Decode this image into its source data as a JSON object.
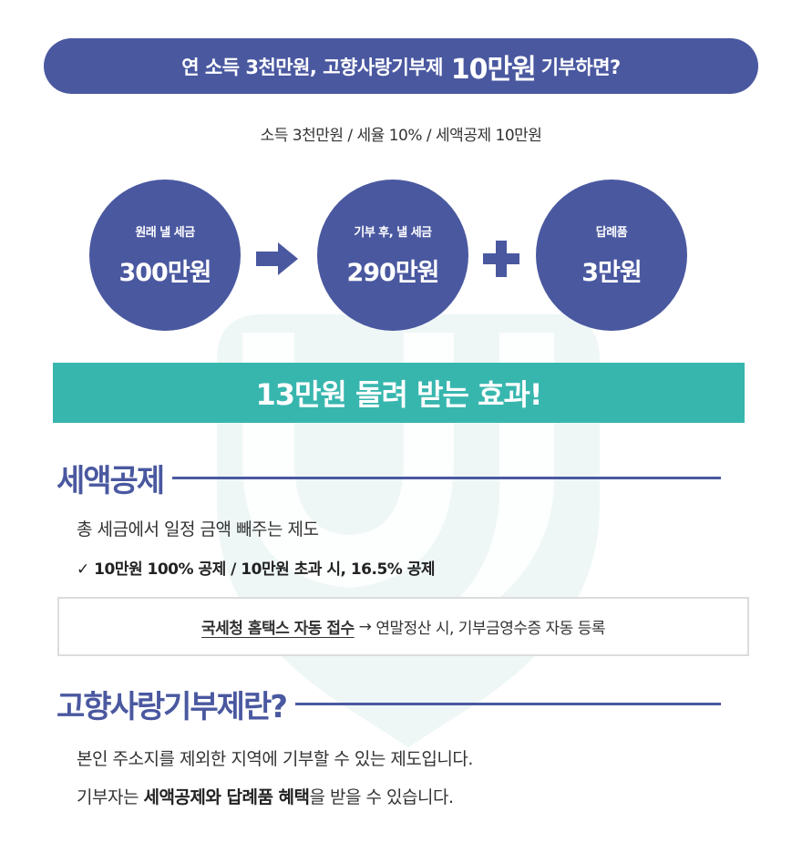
{
  "colors": {
    "primary": "#4a58a0",
    "accent_teal": "#37b6ae",
    "watermark": "#eef7f6",
    "text": "#333333",
    "box_border": "#dcdcdc"
  },
  "header": {
    "title_prefix": "연 소득 3천만원, 고향사랑기부제",
    "title_amount": "10만원",
    "title_suffix": "기부하면?"
  },
  "subtitle": "소득 3천만원 / 세율 10% / 세액공제 10만원",
  "calculation": {
    "items": [
      {
        "label": "원래 낼 세금",
        "value": "300만원"
      },
      {
        "label": "기부 후, 낼 세금",
        "value": "290만원"
      },
      {
        "label": "답례품",
        "value": "3만원"
      }
    ],
    "operators": [
      "arrow-right-icon",
      "plus-icon"
    ]
  },
  "result_banner": "13만원 돌려 받는 효과!",
  "tax_credit_section": {
    "heading": "세액공제",
    "description": "총 세금에서 일정 금액 빼주는 제도",
    "detail": "✓ 10만원 100% 공제 / 10만원 초과 시, 16.5% 공제",
    "notice_underlined": "국세청 홈택스 자동 접수",
    "notice_arrow": "→",
    "notice_rest": "연말정산 시, 기부금영수증 자동 등록"
  },
  "about_section": {
    "heading": "고향사랑기부제란?",
    "line1": "본인 주소지를 제외한 지역에 기부할 수 있는 제도입니다.",
    "line2_prefix": "기부자는 ",
    "line2_bold": "세액공제와 답례품 혜택",
    "line2_suffix": "을 받을 수 있습니다."
  }
}
